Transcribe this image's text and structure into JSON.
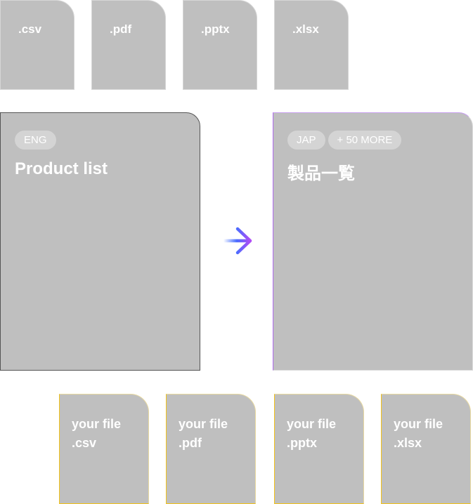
{
  "formats": [
    ".csv",
    ".pdf",
    ".pptx",
    ".xlsx"
  ],
  "source": {
    "lang": "ENG",
    "title": "Product list"
  },
  "target": {
    "lang": "JAP",
    "more": "+ 50 MORE",
    "title": "製品一覧"
  },
  "outputs": [
    {
      "line1": "your file",
      "line2": ".csv"
    },
    {
      "line1": "your file",
      "line2": ".pdf"
    },
    {
      "line1": "your file",
      "line2": ".pptx"
    },
    {
      "line1": "your file",
      "line2": ".xlsx"
    }
  ],
  "colors": {
    "card": "#bfbfbf",
    "accent_purple": "#b04cf5",
    "accent_blue": "#3d6cff",
    "accent_yellow": "#f2c21a"
  }
}
